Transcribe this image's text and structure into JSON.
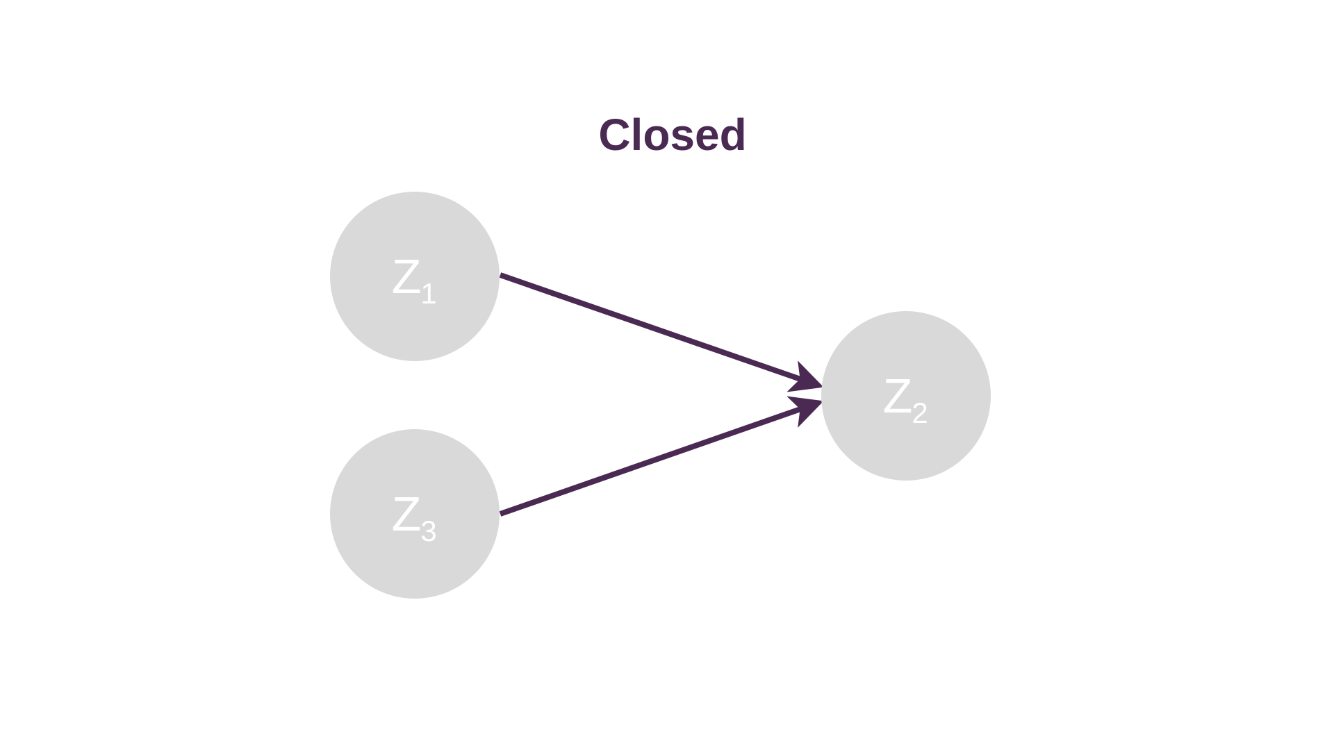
{
  "title": "Closed",
  "colors": {
    "title": "#4a2a52",
    "node_fill": "#d9d9d9",
    "node_text": "#ffffff",
    "edge": "#4a2a52"
  },
  "nodes": [
    {
      "id": "z1",
      "letter": "Z",
      "subscript": "1"
    },
    {
      "id": "z2",
      "letter": "Z",
      "subscript": "2"
    },
    {
      "id": "z3",
      "letter": "Z",
      "subscript": "3"
    }
  ],
  "edges": [
    {
      "from": "z1",
      "to": "z2"
    },
    {
      "from": "z3",
      "to": "z2"
    }
  ]
}
